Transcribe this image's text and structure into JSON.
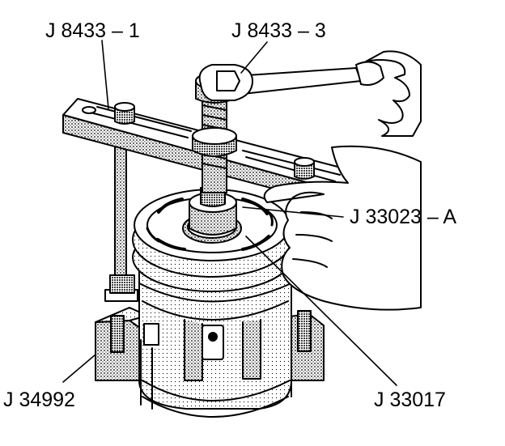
{
  "labels": {
    "tool_bar": "J 8433 – 1",
    "forcing_screw": "J 8433 – 3",
    "hub_remover": "J 33023 – A",
    "holding_fixture": "J 34992",
    "clutch_hub": "J 33017"
  },
  "colors": {
    "line": "#000000",
    "paper": "#ffffff",
    "stipple": "#7a7a7a"
  }
}
